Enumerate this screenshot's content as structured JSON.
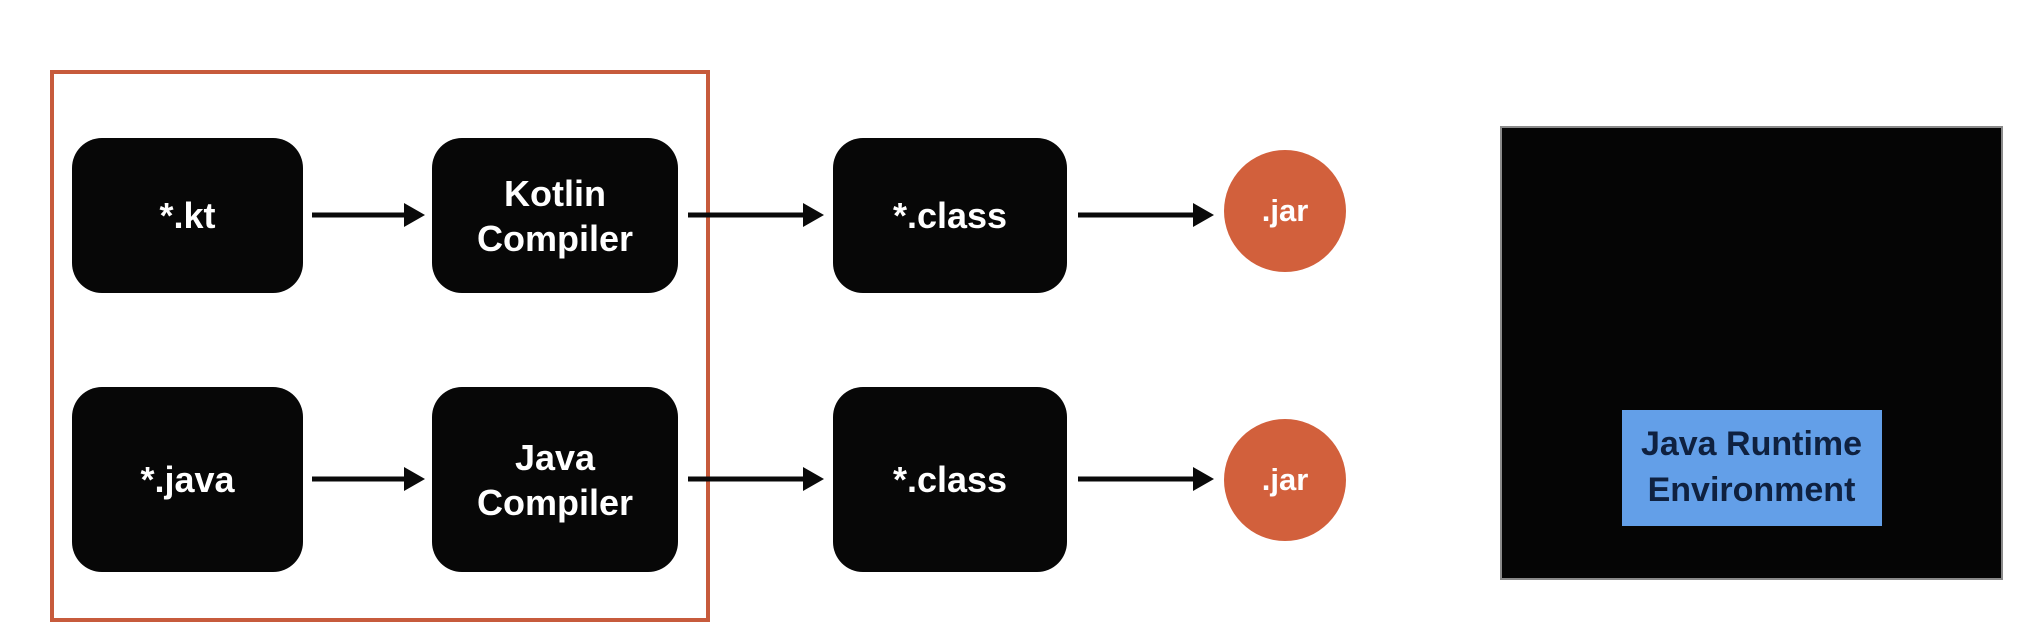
{
  "colors": {
    "background": "#ffffff",
    "box_black": "#070707",
    "box_text": "#ffffff",
    "accent_orange": "#d2603c",
    "group_border_orange": "#c75b3c",
    "jre_fill": "#050505",
    "jre_border_gray": "#8a8a8a",
    "jre_label_bg": "#639fe8",
    "jre_label_text": "#0f2140",
    "arrow_black": "#0a0a0a"
  },
  "flows": [
    {
      "source": "*.kt",
      "compiler": [
        "Kotlin",
        "Compiler"
      ],
      "output": "*.class",
      "artifact": ".jar"
    },
    {
      "source": "*.java",
      "compiler": [
        "Java",
        "Compiler"
      ],
      "output": "*.class",
      "artifact": ".jar"
    }
  ],
  "runtime": {
    "label": [
      "Java Runtime",
      "Environment"
    ]
  }
}
